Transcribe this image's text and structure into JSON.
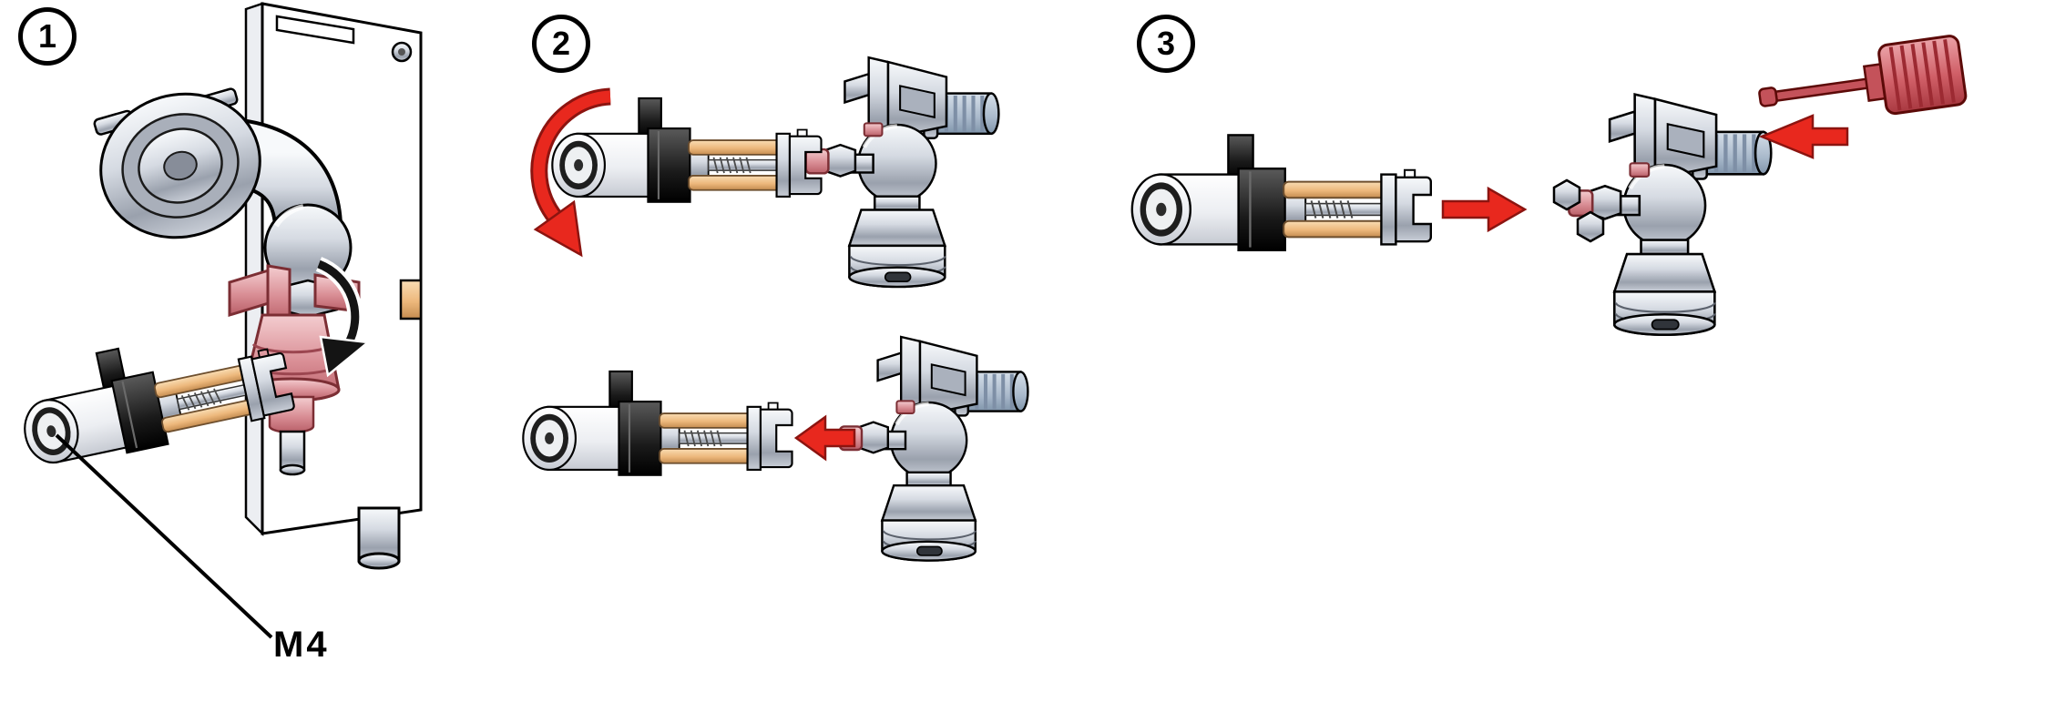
{
  "diagram": {
    "kind": "assembly-instruction-sequence",
    "background": "#ffffff"
  },
  "steps": [
    {
      "number": "1",
      "annotation": "M4",
      "parts": [
        "mounting-bracket",
        "elbow-fitting",
        "valve-insert-highlighted",
        "thermo-actuator"
      ],
      "arrows": [
        {
          "icon": "rotate-arrow-icon",
          "color": "#141414",
          "direction": "clockwise-down"
        }
      ]
    },
    {
      "number": "2",
      "annotation": "",
      "parts": [
        "thermo-actuator",
        "valve-body"
      ],
      "arrows": [
        {
          "icon": "unscrew-arrow-icon",
          "color": "#e8281e",
          "direction": "counterclockwise"
        },
        {
          "icon": "pull-direction-arrow-icon",
          "color": "#e8281e",
          "direction": "left"
        }
      ]
    },
    {
      "number": "3",
      "annotation": "",
      "parts": [
        "thermo-actuator",
        "valve-body",
        "mounting-bolts",
        "protection-cap-with-pin"
      ],
      "arrows": [
        {
          "icon": "attach-direction-arrow-icon",
          "color": "#e8281e",
          "direction": "right"
        },
        {
          "icon": "insert-direction-arrow-icon",
          "color": "#e8281e",
          "direction": "left"
        }
      ]
    }
  ],
  "colors": {
    "arrow_red": "#e8281e",
    "arrow_red_outline": "#8c1410",
    "highlight_pink": "#d98e95",
    "copper": "#edb87c",
    "chrome": "#ccd1da",
    "thread_blue": "#a9b9cb",
    "cap_red": "#d05f67",
    "black_part": "#1a1a1a"
  }
}
